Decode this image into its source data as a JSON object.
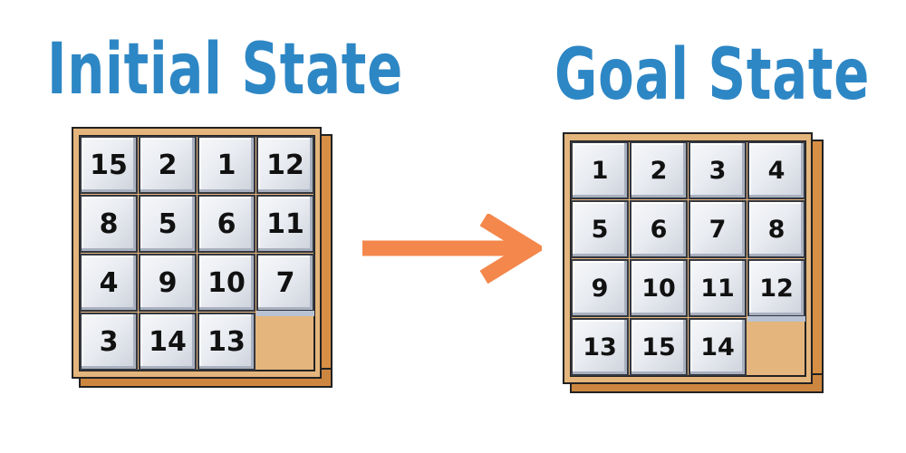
{
  "initial_state": {
    "title": "Initial State",
    "title_color": "#2e87c5",
    "grid": [
      [
        "15",
        "2",
        "1",
        "12"
      ],
      [
        "8",
        "5",
        "6",
        "11"
      ],
      [
        "4",
        "9",
        "10",
        "7"
      ],
      [
        "3",
        "14",
        "13",
        ""
      ]
    ]
  },
  "goal_state": {
    "title": "Goal State",
    "title_color": "#2e87c5",
    "grid": [
      [
        "1",
        "2",
        "3",
        "4"
      ],
      [
        "5",
        "6",
        "7",
        "8"
      ],
      [
        "9",
        "10",
        "11",
        "12"
      ],
      [
        "13",
        "15",
        "14",
        ""
      ]
    ]
  },
  "arrow": {
    "icon": "right-arrow-icon",
    "color": "#f4874b"
  },
  "colors": {
    "board_wood": "#e4b57c",
    "board_edge": "#d78f45",
    "tile_face": "#e9ecf1"
  }
}
